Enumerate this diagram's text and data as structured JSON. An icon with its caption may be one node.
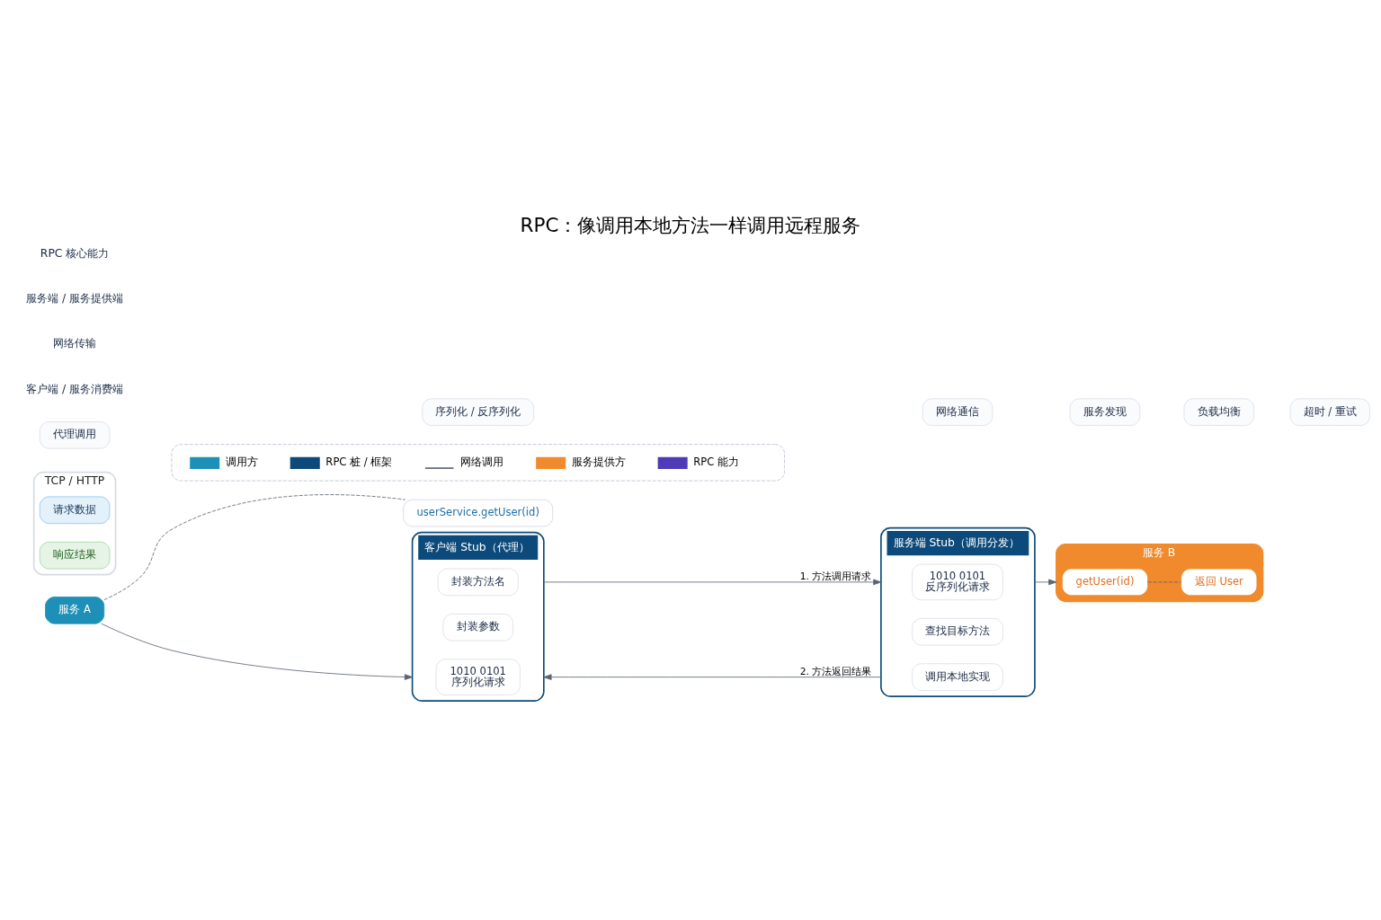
{
  "diagram": {
    "title": "RPC：像调用本地方法一样调用远程服务",
    "nodes": [
      {
        "text": [
          "服务 A"
        ]
      },
      {
        "text": [
          "userService.getUser(id)"
        ]
      },
      {
        "text": [
          "客户端 Stub（代理）"
        ]
      },
      {
        "text": [
          "封装方法名"
        ],
        "in": 2
      },
      {
        "text": [
          "封装参数"
        ],
        "in": 2
      },
      {
        "text": [
          "1010 0101",
          "序列化请求"
        ],
        "in": 2
      },
      {
        "text": [
          "TCP / HTTP"
        ]
      },
      {
        "text": [
          "请求数据"
        ],
        "in": 6
      },
      {
        "text": [
          "响应结果"
        ],
        "in": 6
      },
      {
        "text": [
          "服务端 Stub（调用分发）"
        ]
      },
      {
        "text": [
          "1010 0101",
          "反序列化请求"
        ],
        "in": 9
      },
      {
        "text": [
          "查找目标方法"
        ],
        "in": 9
      },
      {
        "text": [
          "调用本地实现"
        ],
        "in": 9
      },
      {
        "text": [
          "服务 B"
        ]
      },
      {
        "text": [
          "getUser(id)"
        ],
        "in": 13
      },
      {
        "text": [
          "返回 User"
        ],
        "in": 13
      },
      {
        "text": [
          "代理调用"
        ]
      },
      {
        "text": [
          "序列化 / 反序列化"
        ]
      },
      {
        "text": [
          "网络通信"
        ]
      },
      {
        "text": [
          "服务发现"
        ]
      },
      {
        "text": [
          "负载均衡"
        ]
      },
      {
        "text": [
          "超时 / 重试"
        ]
      }
    ],
    "edges": [
      {
        "from": 0,
        "to": 1,
        "arrow": "none",
        "style": "dashed"
      },
      {
        "from": 0,
        "to": 2,
        "arrow": "to"
      },
      {
        "from": 2,
        "to": 9,
        "arrow": "to",
        "label": "1. 方法调用请求"
      },
      {
        "from": 9,
        "to": 2,
        "arrow": "to",
        "label": "2. 方法返回结果"
      },
      {
        "from": 9,
        "to": 13,
        "arrow": "to"
      },
      {
        "from": 14,
        "to": 15,
        "arrow": "none",
        "style": "dashed"
      }
    ],
    "labels": [
      "客户端 / 服务消费端",
      "网络传输",
      "服务端 / 服务提供端",
      "RPC 核心能力"
    ],
    "legend": [
      {
        "text": "调用方",
        "color": "#1e90b8"
      },
      {
        "text": "RPC 桩 / 框架",
        "color": "#0b4a7a"
      },
      {
        "text": "网络调用"
      },
      {
        "text": "服务提供方",
        "color": "#f08a2c"
      },
      {
        "text": "RPC 能力",
        "color": "#4f3ab8"
      }
    ]
  }
}
